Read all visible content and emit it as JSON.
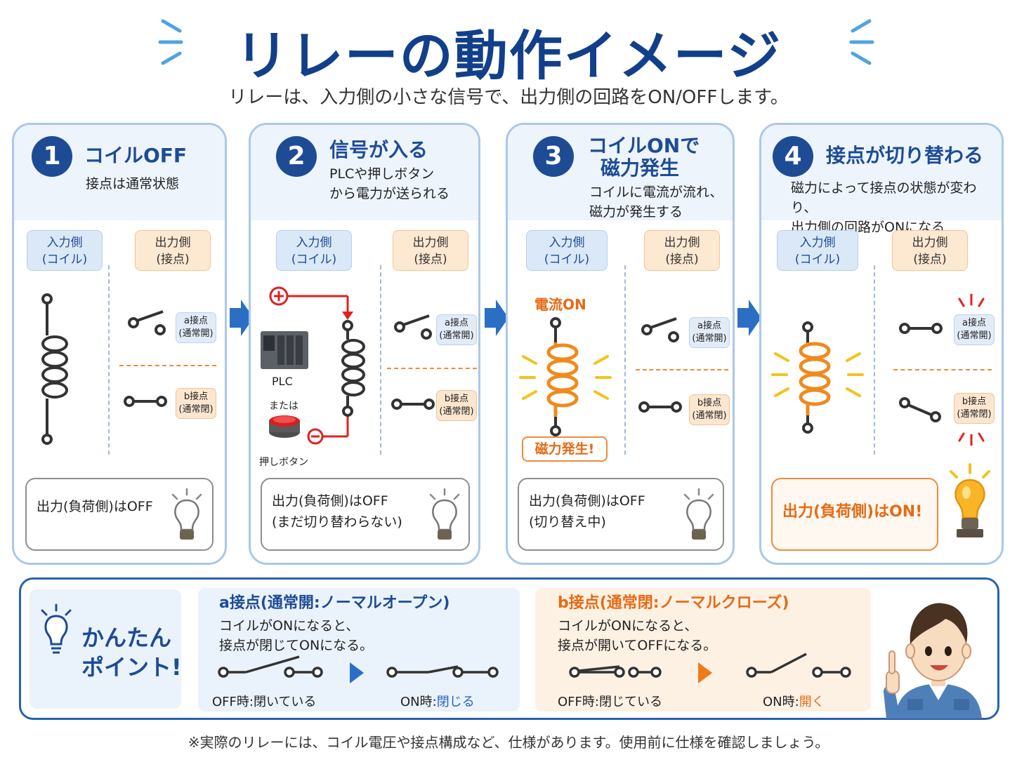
{
  "title": "リレーの動作イメージ",
  "subtitle": "リレーは、入力側の小さな信号で、出力側の回路をON/OFFします。",
  "labels": {
    "input_side_1": "入力側",
    "input_side_2": "(コイル)",
    "output_side_1": "出力側",
    "output_side_2": "(接点)",
    "a_contact_1": "a接点",
    "a_contact_2": "(通常開)",
    "b_contact_1": "b接点",
    "b_contact_2": "(通常閉)"
  },
  "steps": [
    {
      "number": "1",
      "title_lines": [
        "コイルOFF"
      ],
      "desc_lines": [
        "接点は通常状態"
      ],
      "output_lines": [
        "出力(負荷側)はOFF"
      ]
    },
    {
      "number": "2",
      "title_lines": [
        "信号が入る"
      ],
      "desc_lines": [
        "PLCや押しボタン",
        "から電力が送られる"
      ],
      "plc_label": "PLC",
      "or_label": "または",
      "button_label": "押しボタン",
      "output_lines": [
        "出力(負荷側)はOFF",
        "(まだ切り替わらない)"
      ]
    },
    {
      "number": "3",
      "title_lines": [
        "コイルONで",
        "磁力発生"
      ],
      "desc_lines": [
        "コイルに電流が流れ、",
        "磁力が発生する"
      ],
      "current_label": "電流ON",
      "magnet_label": "磁力発生!",
      "output_lines": [
        "出力(負荷側)はOFF",
        "(切り替え中)"
      ]
    },
    {
      "number": "4",
      "title_lines": [
        "接点が切り替わる"
      ],
      "desc_lines": [
        "磁力によって接点の状態が変わり、",
        "出力側の回路がONになる"
      ],
      "output_lines": [
        "出力(負荷側)はON!"
      ]
    }
  ],
  "point": {
    "line1": "かんたん",
    "line2": "ポイント!"
  },
  "a_panel": {
    "title": "a接点(通常開:ノーマルオープン)",
    "desc_lines": [
      "コイルがONになると、",
      "接点が閉じてONになる。"
    ],
    "off_caption": "OFF時:閉いている",
    "on_prefix": "ON時:",
    "on_state": "閉じる"
  },
  "b_panel": {
    "title": "b接点(通常閉:ノーマルクローズ)",
    "desc_lines": [
      "コイルがONになると、",
      "接点が開いてOFFになる。"
    ],
    "off_caption": "OFF時:閉じている",
    "on_prefix": "ON時:",
    "on_state": "開く"
  },
  "footer": "※実際のリレーには、コイル電圧や接点構成など、仕様があります。使用前に仕様を確認しましょう。",
  "colors": {
    "primary": "#1d4c95",
    "accent": "#ef8a3a",
    "signal_red": "#e02020",
    "coil_orange": "#f08a1c"
  },
  "icons": [
    "lightbulb-icon",
    "arrow-right-icon",
    "plus-icon",
    "minus-icon",
    "push-button-icon",
    "plc-icon",
    "switch-icon",
    "worker-avatar"
  ]
}
